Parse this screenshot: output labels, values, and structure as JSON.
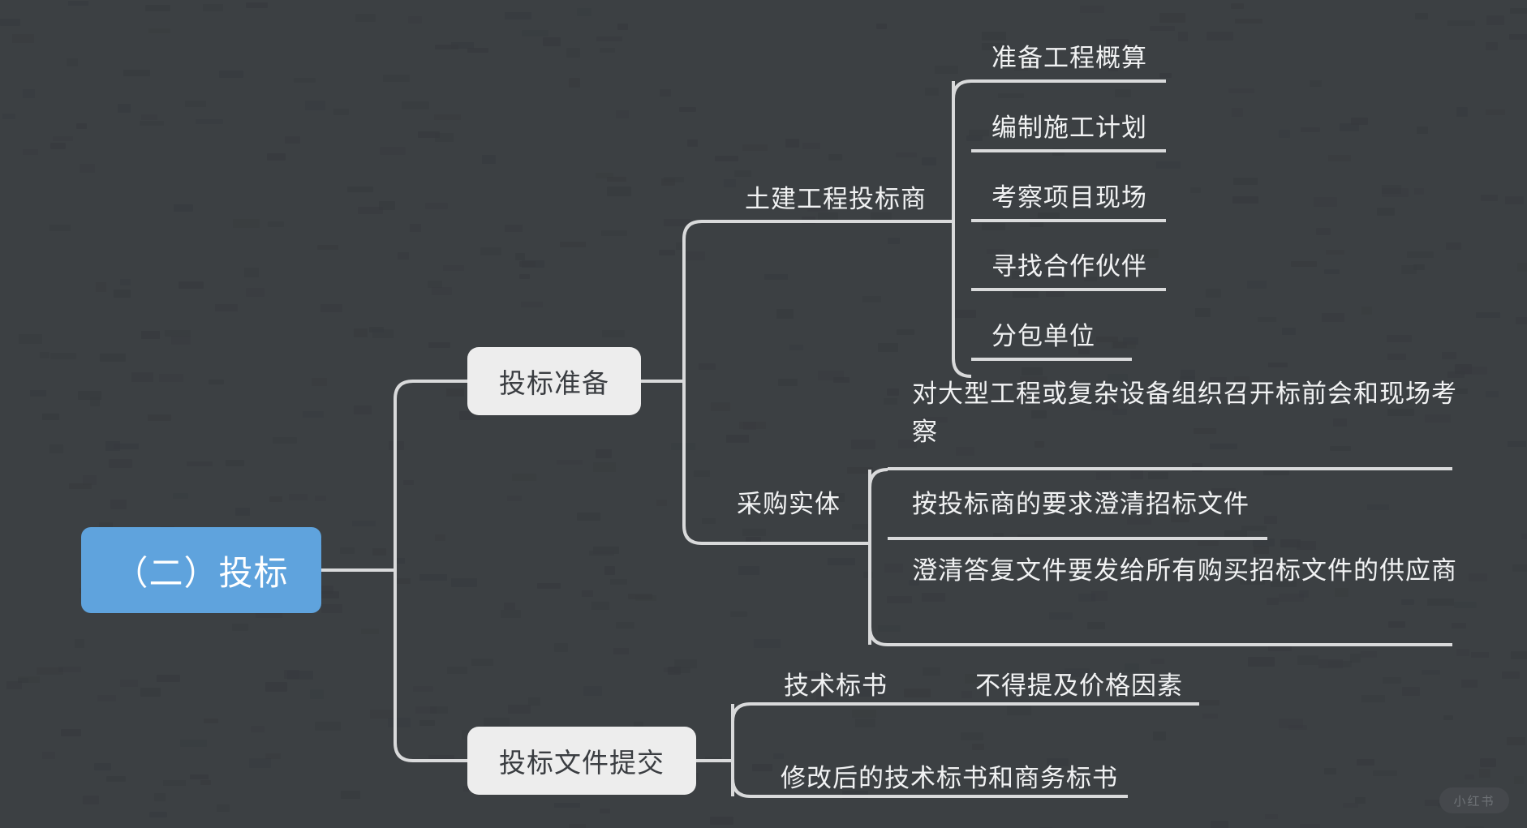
{
  "theme": {
    "background": "#3c4043",
    "root_fill": "#5fa3dd",
    "root_text": "#ffffff",
    "branch_fill": "#ededed",
    "branch_text": "#3a3d41",
    "leaf_text": "#f1f2f3",
    "connector": "#d9dadb"
  },
  "watermark": {
    "label": "小红书"
  },
  "mindmap": {
    "root": {
      "label": "（二）投标"
    },
    "branches": [
      {
        "label": "投标准备",
        "groups": [
          {
            "label": "土建工程投标商",
            "items": [
              {
                "label": "准备工程概算"
              },
              {
                "label": "编制施工计划"
              },
              {
                "label": "考察项目现场"
              },
              {
                "label": "寻找合作伙伴"
              },
              {
                "label": "分包单位"
              }
            ]
          },
          {
            "label": "采购实体",
            "items": [
              {
                "label": "对大型工程或复杂设备组织召开标前会和现场考察"
              },
              {
                "label": "按投标商的要求澄清招标文件"
              },
              {
                "label": "澄清答复文件要发给所有购买招标文件的供应商"
              }
            ]
          }
        ]
      },
      {
        "label": "投标文件提交",
        "groups": [
          {
            "label": "技术标书",
            "items": [
              {
                "label": "不得提及价格因素"
              }
            ]
          },
          {
            "label": "",
            "items": [
              {
                "label": "修改后的技术标书和商务标书"
              }
            ]
          }
        ]
      }
    ]
  }
}
